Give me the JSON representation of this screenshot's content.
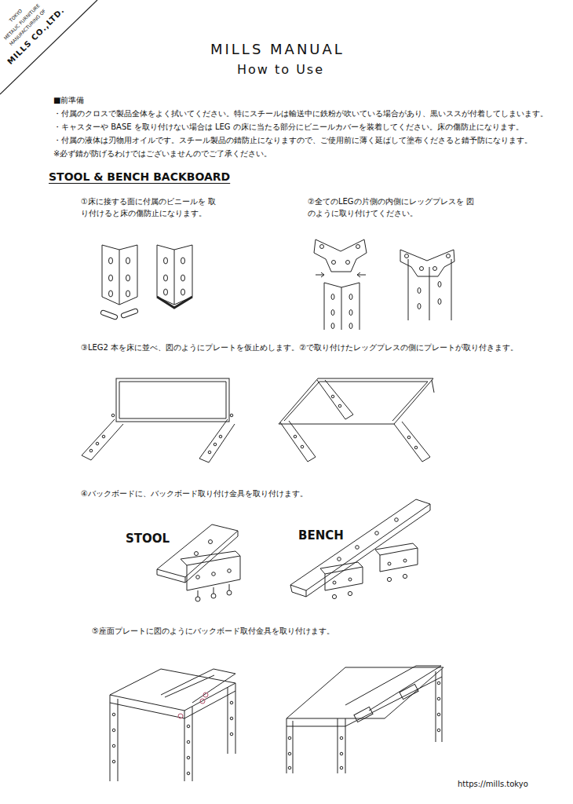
{
  "diagram": {
    "title": "MILLS MANUAL",
    "labels": [
      "How to Use",
      "■前準備",
      "・付属のクロスで製品全体をよく拭いてください。特にスチールは輸送中に鉄粉が吹いている場合があり、黒いススが付着してしまいます。",
      "・キャスターや BASE を取り付けない場合は LEG の床に当たる部分にビニールカバーを装着してください。床の傷防止になります。",
      "・付属の液体は刃物用オイルです。スチール製品の錆防止になりますので、ご使用前に薄く延ばして塗布くださると錆予防になります。",
      "※必ず錆が防げるわけではございませんのでご了承ください。",
      "STOOL & BENCH BACKBOARD",
      "①床に接する面に付属のビニールを 取り付けると床の傷防止になります。",
      "②全てのLEGの片側の内側にレッグプレスを 図のように取り付けてください。",
      "③LEG2 本を床に並べ、図のようにプレートを仮止めします。②で取り付けたレッグプレスの側にプレートが取り付きます。",
      "④バックボードに、バックボード取り付け金具を取り付けます。",
      "STOOL",
      "BENCH",
      "⑤座面プレートに図のようにバックボード取付金具を取り付けます。",
      "https://mills.tokyo",
      "TOKYO",
      "METALIC FURNITURE",
      "MANUFACTURING OF",
      "MILLS CO.,LTD."
    ]
  }
}
